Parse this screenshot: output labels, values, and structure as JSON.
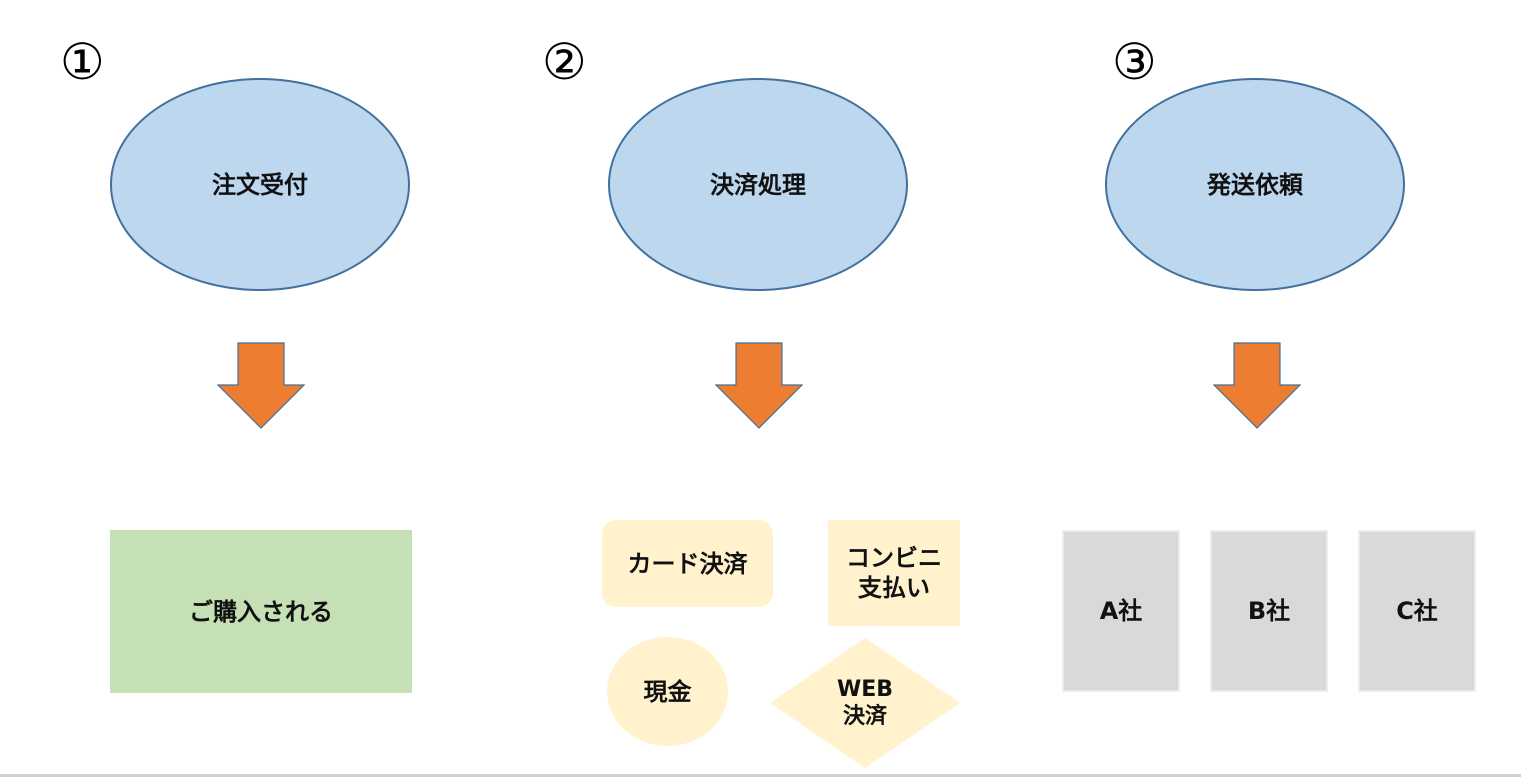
{
  "colors": {
    "ellipse_fill": "#bdd7ee",
    "ellipse_stroke": "#41719c",
    "arrow_fill": "#ed7d31",
    "arrow_stroke": "#41719c",
    "result_fill": "#c5e0b4",
    "payment_fill": "#fff2cc",
    "carrier_fill": "#d9d9d9"
  },
  "steps": [
    {
      "number": "①",
      "title": "注文受付"
    },
    {
      "number": "②",
      "title": "決済処理"
    },
    {
      "number": "③",
      "title": "発送依頼"
    }
  ],
  "step1": {
    "result": "ご購入される"
  },
  "step2": {
    "card": "カード決済",
    "convenience_line1": "コンビニ",
    "convenience_line2": "支払い",
    "cash": "現金",
    "web_line1": "WEB",
    "web_line2": "決済"
  },
  "step3": {
    "carriers": [
      "A社",
      "B社",
      "C社"
    ]
  }
}
